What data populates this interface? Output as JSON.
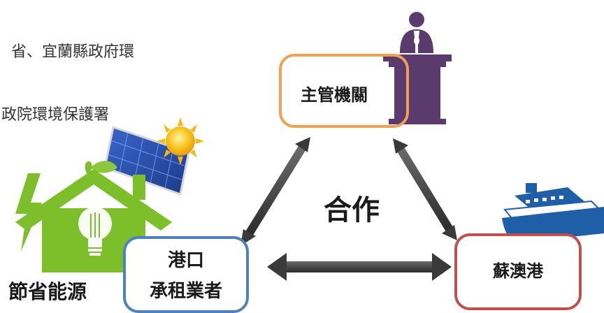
{
  "notes": {
    "line1": "省、宜蘭縣政府環",
    "line2": "政院環境保護署"
  },
  "nodes": {
    "authority": {
      "label": "主管機關",
      "border_color": "#f0a050"
    },
    "port": {
      "label": "蘇澳港",
      "border_color": "#c0504d"
    },
    "lessee": {
      "line1": "港口",
      "line2": "承租業者",
      "border_color": "#4f81bd"
    }
  },
  "center_label": "合作",
  "energy_label": "節省能源",
  "colors": {
    "arrow": "#404040",
    "podium": "#5b3a6e",
    "house": "#7cbf2a",
    "ship": "#1f5fa8",
    "sun": "#f7c21b"
  }
}
